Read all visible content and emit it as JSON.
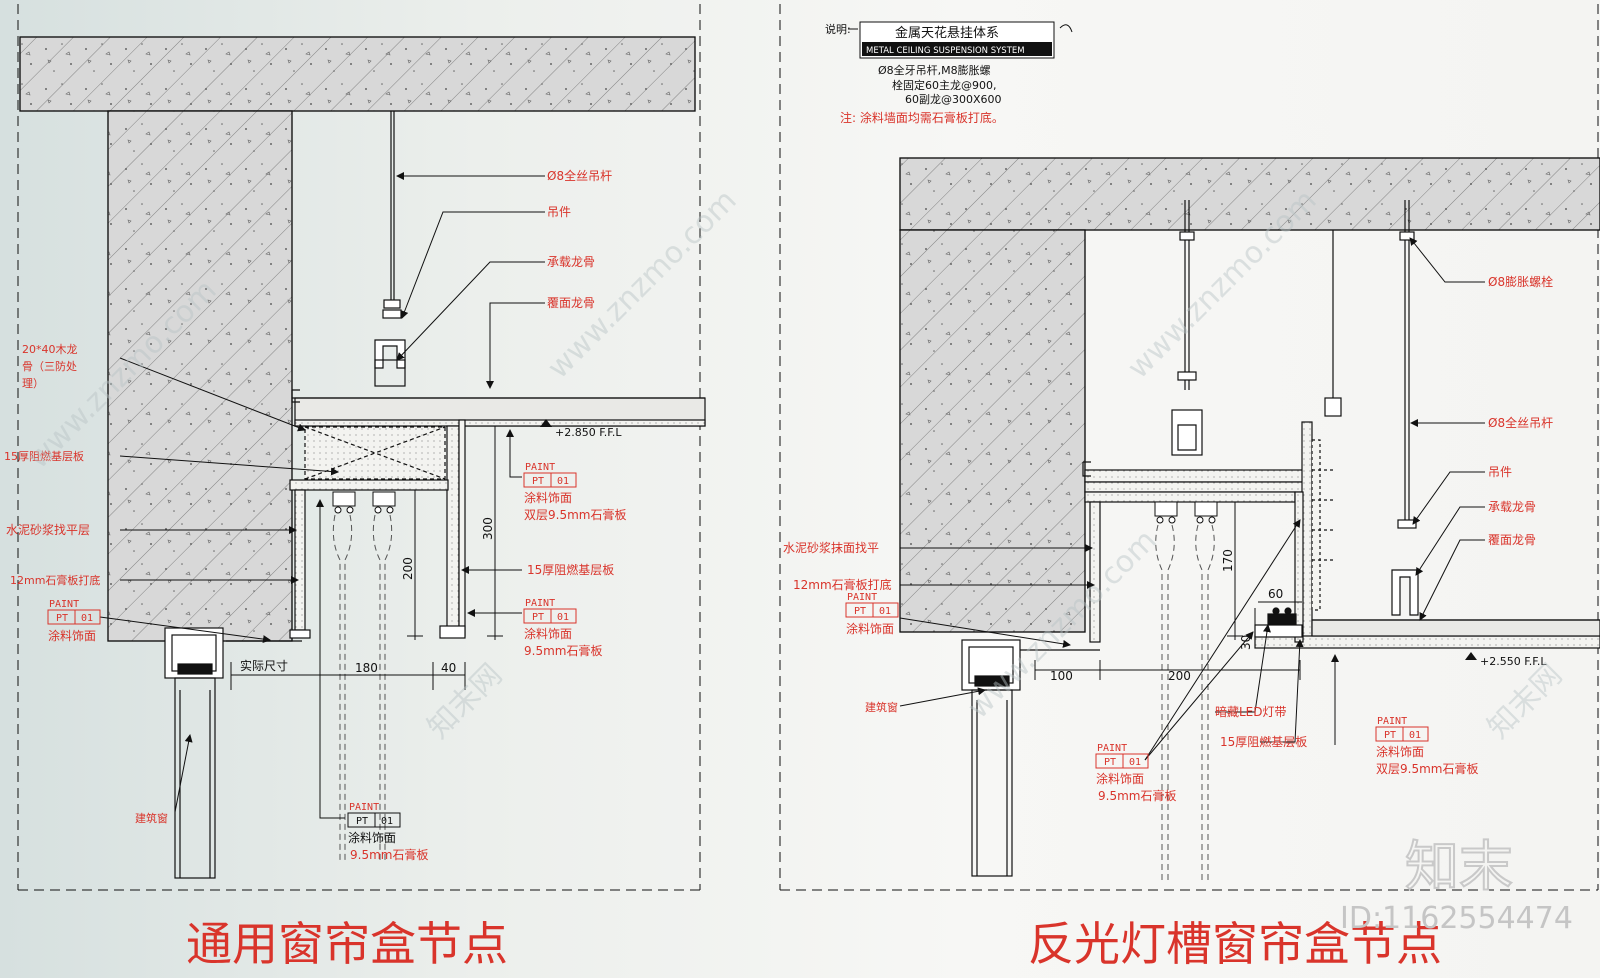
{
  "left_panel": {
    "title": "通用窗帘盒节点",
    "labels": {
      "hanger_rod": "Ø8全丝吊杆",
      "hanger": "吊件",
      "main_keel": "承载龙骨",
      "cover_keel": "覆面龙骨",
      "wood_keel_line1": "20*40木龙",
      "wood_keel_line2": "骨（三防处",
      "wood_keel_line3": "理）",
      "base_board_left": "15厚阻燃基层板",
      "cement_layer": "水泥砂浆找平层",
      "gypsum_base": "12mm石膏板打底",
      "base_board_right": "15厚阻燃基层板",
      "window": "建筑窗",
      "actual_size": "实际尺寸"
    },
    "paint_tags": [
      {
        "code": "PAINT",
        "pt": "PT",
        "no": "01",
        "finish": "涂料饰面",
        "board": "双层9.5mm石膏板"
      },
      {
        "code": "PAINT",
        "pt": "PT",
        "no": "01",
        "finish": "涂料饰面",
        "board": ""
      },
      {
        "code": "PAINT",
        "pt": "PT",
        "no": "01",
        "finish": "涂料饰面",
        "board": "9.5mm石膏板"
      },
      {
        "code": "PAINT",
        "pt": "PT",
        "no": "01",
        "finish": "涂料饰面",
        "board": "9.5mm石膏板"
      }
    ],
    "level": "+2.850 F.F.L",
    "dims": {
      "d180": "180",
      "d40": "40",
      "d200": "200",
      "d300": "300"
    }
  },
  "right_panel": {
    "title": "反光灯槽窗帘盒节点",
    "note_label": "说明:",
    "system_cn": "金属天花悬挂体系",
    "system_en": "METAL CEILING SUSPENSION SYSTEM",
    "spec_line1": "Ø8全牙吊杆,M8膨胀螺",
    "spec_line2": "栓固定60主龙@900,",
    "spec_line3": "60副龙@300X600",
    "remark": "注: 涂料墙面均需石膏板打底。",
    "labels": {
      "bolt": "Ø8膨胀螺栓",
      "hanger_rod": "Ø8全丝吊杆",
      "hanger": "吊件",
      "main_keel": "承载龙骨",
      "cover_keel": "覆面龙骨",
      "cement_layer": "水泥砂浆抹面找平",
      "gypsum_base": "12mm石膏板打底",
      "window": "建筑窗",
      "led": "暗藏LED灯带",
      "base_board": "15厚阻燃基层板"
    },
    "paint_tags": [
      {
        "code": "PAINT",
        "pt": "PT",
        "no": "01",
        "finish": "涂料饰面",
        "board": ""
      },
      {
        "code": "PAINT",
        "pt": "PT",
        "no": "01",
        "finish": "涂料饰面",
        "board": "9.5mm石膏板"
      },
      {
        "code": "PAINT",
        "pt": "PT",
        "no": "01",
        "finish": "涂料饰面",
        "board": "双层9.5mm石膏板"
      }
    ],
    "level": "+2.550 F.F.L",
    "dims": {
      "d100": "100",
      "d200": "200",
      "d170": "170",
      "d60": "60",
      "d30": "30"
    }
  },
  "watermark": {
    "site": "www.znzmo.com",
    "brand": "知末网",
    "logo": "知末",
    "id": "ID:1162554474"
  },
  "colors": {
    "annotation": "#d9342b",
    "line": "#111111",
    "concrete": "#d7d7d7"
  }
}
